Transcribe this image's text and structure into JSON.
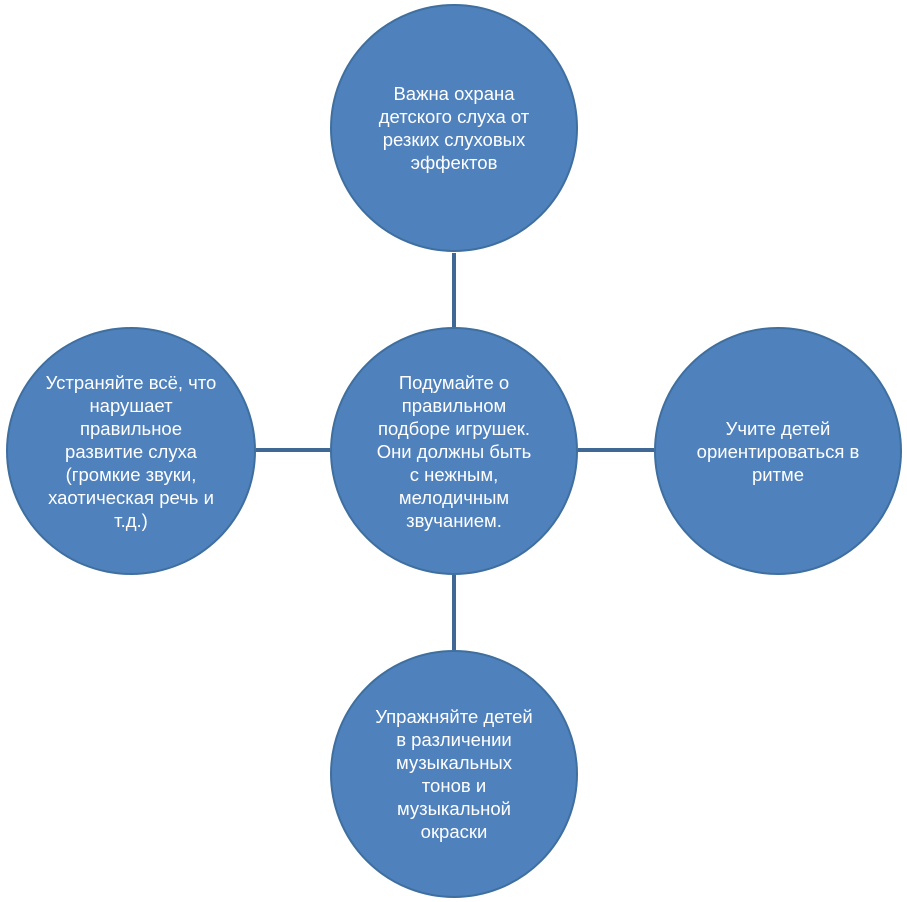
{
  "diagram": {
    "center": {
      "text": "Подумайте о\nправильном\nподборе игрушек.\nОни должны быть\nс нежным,\nмелодичным\nзвучанием."
    },
    "top": {
      "text": "Важна охрана\nдетского слуха от\nрезких слуховых\nэффектов"
    },
    "right": {
      "text": "Учите детей\nориентироваться в\nритме"
    },
    "bottom": {
      "text": "Упражняйте детей\nв различении\nмузыкальных\nтонов и\nмузыкальной\nокраски"
    },
    "left": {
      "text": "Устраняйте всё, что\nнарушает\nправильное\nразвитие слуха\n(громкие звуки,\nхаотическая речь и\nт.д.)"
    },
    "colors": {
      "node_fill": "#4f81bd",
      "node_border": "#3f6f9f",
      "connector": "#3f6894",
      "text": "#ffffff"
    }
  }
}
